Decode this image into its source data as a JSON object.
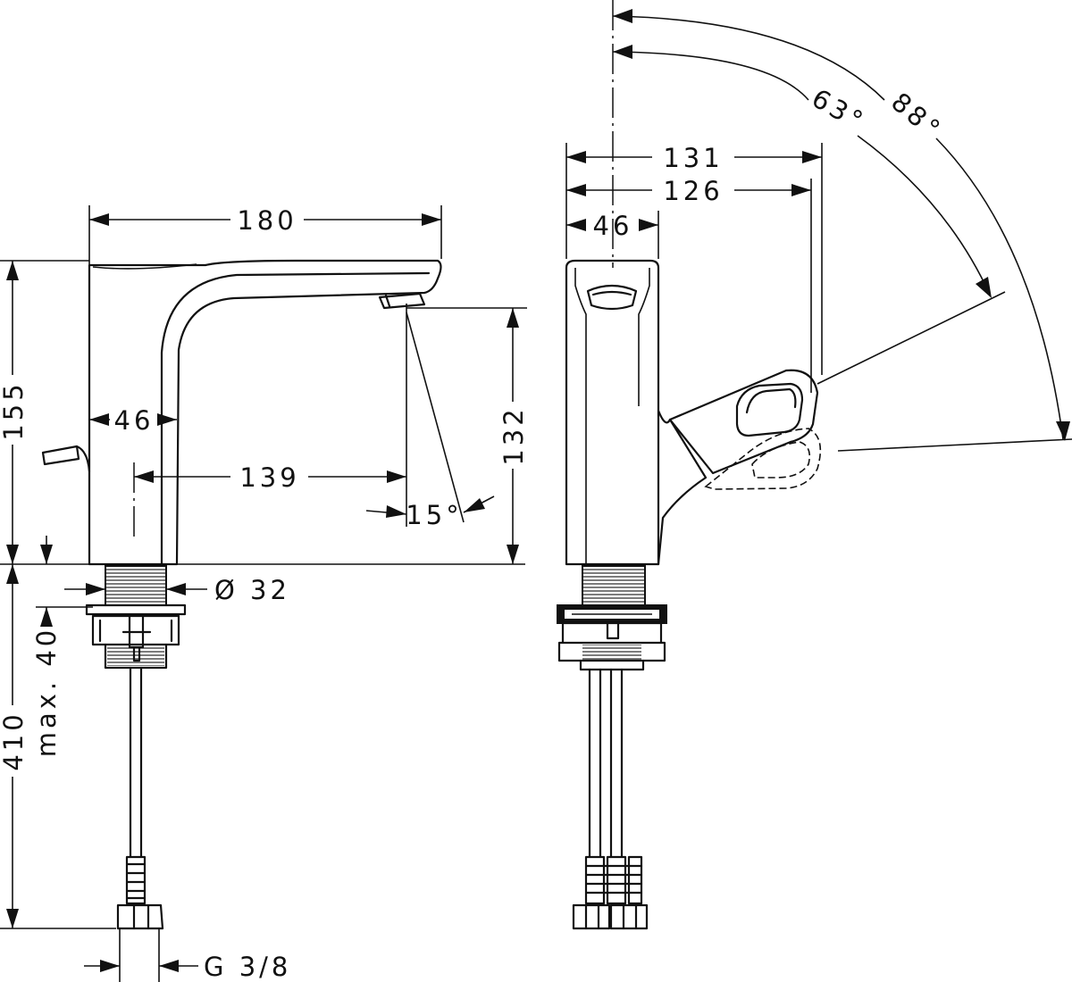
{
  "drawing": {
    "dimensions": {
      "width_total": "180",
      "body_width_front": "46",
      "height_spout": "155",
      "spout_reach": "139",
      "outlet_height": "132",
      "jet_angle": "15°",
      "shank_diameter": "Ø 32",
      "counter_thickness": "max. 40",
      "hose_length": "410",
      "connection_thread": "G 3/8",
      "depth_max": "131",
      "depth_handle": "126",
      "body_width_side": "46",
      "angle_small": "63°",
      "angle_large": "88°"
    }
  }
}
